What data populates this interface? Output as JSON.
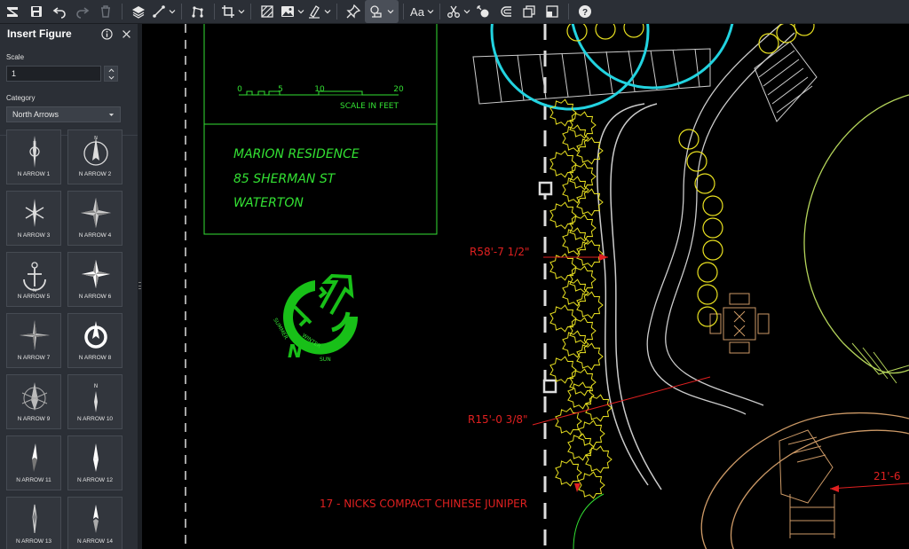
{
  "toolbar": {
    "font_button_label": "Aa",
    "items": [
      "logo-icon",
      "save-icon",
      "undo-icon",
      "redo-icon",
      "delete-icon",
      "layers-icon",
      "line-icon",
      "polyline-icon",
      "crop-icon",
      "hatch-icon",
      "image-icon",
      "pen-icon",
      "pin-icon",
      "insert-figure-icon",
      "text-icon",
      "scissors-icon",
      "magic-icon",
      "arc-icon",
      "copy-icon",
      "crop-square-icon",
      "help-icon"
    ]
  },
  "sidebar": {
    "title": "Insert Figure",
    "scale_label": "Scale",
    "scale_value": "1",
    "category_label": "Category",
    "category_value": "North Arrows",
    "tiles": [
      {
        "label": "N ARROW 1",
        "icon": "north-arrow-1-icon"
      },
      {
        "label": "N ARROW 2",
        "icon": "north-arrow-2-icon"
      },
      {
        "label": "N ARROW 3",
        "icon": "north-arrow-3-icon"
      },
      {
        "label": "N ARROW 4",
        "icon": "north-arrow-4-icon"
      },
      {
        "label": "N ARROW 5",
        "icon": "north-arrow-5-icon"
      },
      {
        "label": "N ARROW 6",
        "icon": "north-arrow-6-icon"
      },
      {
        "label": "N ARROW 7",
        "icon": "north-arrow-7-icon"
      },
      {
        "label": "N ARROW 8",
        "icon": "north-arrow-8-icon"
      },
      {
        "label": "N ARROW 9",
        "icon": "north-arrow-9-icon"
      },
      {
        "label": "N ARROW 10",
        "icon": "north-arrow-10-icon"
      },
      {
        "label": "N ARROW 11",
        "icon": "north-arrow-11-icon"
      },
      {
        "label": "N ARROW 12",
        "icon": "north-arrow-12-icon"
      },
      {
        "label": "N ARROW 13",
        "icon": "north-arrow-13-icon"
      },
      {
        "label": "N ARROW 14",
        "icon": "north-arrow-14-icon"
      }
    ]
  },
  "drawing": {
    "scale_ticks": [
      "0",
      "5",
      "10",
      "20"
    ],
    "scale_caption": "SCALE IN FEET",
    "title_lines": [
      "MARION RESIDENCE",
      "85 SHERMAN ST",
      "WATERTON"
    ],
    "compass_north": "N",
    "compass_winter": "WINTER",
    "compass_summer": "SUMMER",
    "compass_sun": "SUN",
    "dim_1": "R58'-7 1/2\"",
    "dim_2": "R15'-0 3/8\"",
    "dim_3": "21'-6",
    "plant_label": "17 - NICKS COMPACT CHINESE JUNIPER"
  },
  "colors": {
    "toolbar_bg": "#2b2f36",
    "cad_green": "#33e033",
    "cad_red": "#e02020",
    "cad_cyan": "#22d3e0",
    "cad_yellow": "#e8e020"
  }
}
